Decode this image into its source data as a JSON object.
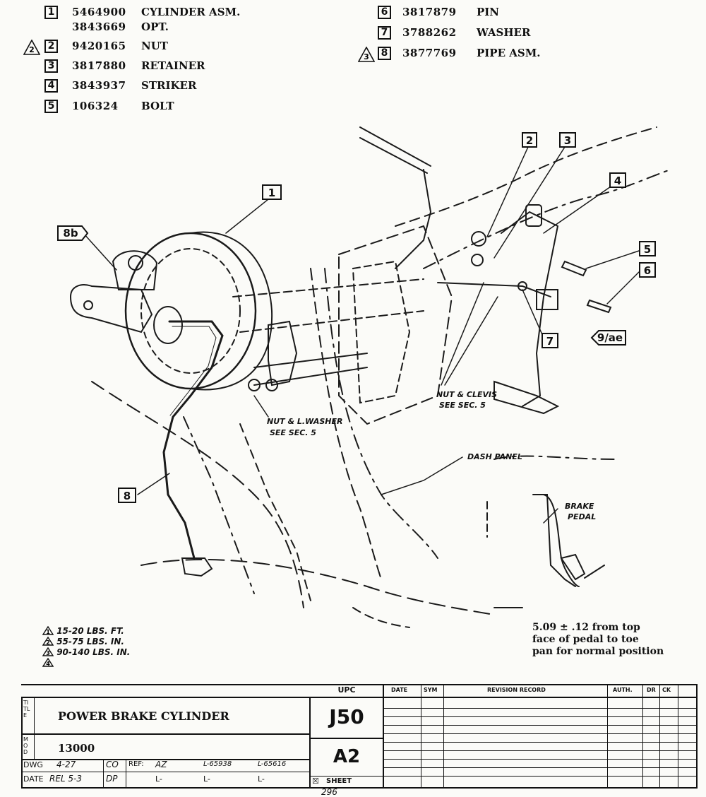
{
  "parts_list": [
    {
      "callout": "1",
      "part_no": "5464900",
      "name": "CYLINDER ASM.",
      "alt_part_no": "3843669",
      "alt_name": "OPT.",
      "torque_ref": ""
    },
    {
      "callout": "2",
      "part_no": "9420165",
      "name": "NUT",
      "torque_ref": "2"
    },
    {
      "callout": "3",
      "part_no": "3817880",
      "name": "RETAINER",
      "torque_ref": ""
    },
    {
      "callout": "4",
      "part_no": "3843937",
      "name": "STRIKER",
      "torque_ref": ""
    },
    {
      "callout": "5",
      "part_no": "106324",
      "name": "BOLT",
      "torque_ref": ""
    },
    {
      "callout": "6",
      "part_no": "3817879",
      "name": "PIN",
      "torque_ref": ""
    },
    {
      "callout": "7",
      "part_no": "3788262",
      "name": "WASHER",
      "torque_ref": ""
    },
    {
      "callout": "8",
      "part_no": "3877769",
      "name": "PIPE ASM.",
      "torque_ref": "3"
    }
  ],
  "diagram": {
    "callouts": [
      "1",
      "2",
      "3",
      "4",
      "5",
      "6",
      "7",
      "8"
    ],
    "ref_8b": "8b",
    "ref_9ae": "9/ae",
    "labels": {
      "nut_clevis": [
        "NUT & CLEVIS",
        "SEE SEC. 5"
      ],
      "nut_washer": [
        "NUT & L.WASHER",
        "SEE SEC. 5"
      ],
      "dash_panel": "DASH PANEL",
      "brake_pedal": [
        "BRAKE",
        "PEDAL"
      ]
    }
  },
  "torque_specs": [
    {
      "ref": "1",
      "text": "15-20 LBS. FT."
    },
    {
      "ref": "2",
      "text": "55-75 LBS. IN."
    },
    {
      "ref": "3",
      "text": "90-140 LBS. IN."
    },
    {
      "ref": "4",
      "text": ""
    }
  ],
  "note": [
    "5.09 ± .12 from top",
    "face of pedal to toe",
    "pan for normal position"
  ],
  "title_block": {
    "title_label": "TITLE",
    "title": "POWER BRAKE CYLINDER",
    "mod_label": "MOD",
    "mod": "13000",
    "upc_label": "UPC",
    "upc": "J50",
    "sheet": "A2",
    "sheet_label": "SHEET",
    "dwg_label": "DWG",
    "dwg_value": "4-27",
    "dwg_init": "CO",
    "date_label": "DATE",
    "date_value": "REL 5-3",
    "date_init": "DP",
    "ref_label": "REF:",
    "ref_value": "AZ",
    "ref_l1": "L-",
    "ref_l2": "L-65938",
    "ref_l2b": "L-",
    "ref_l3": "L-65616",
    "ref_l3b": "L-",
    "revision_headers": [
      "DATE",
      "SYM",
      "REVISION RECORD",
      "AUTH.",
      "DR",
      "CK"
    ]
  },
  "page_number": "296"
}
